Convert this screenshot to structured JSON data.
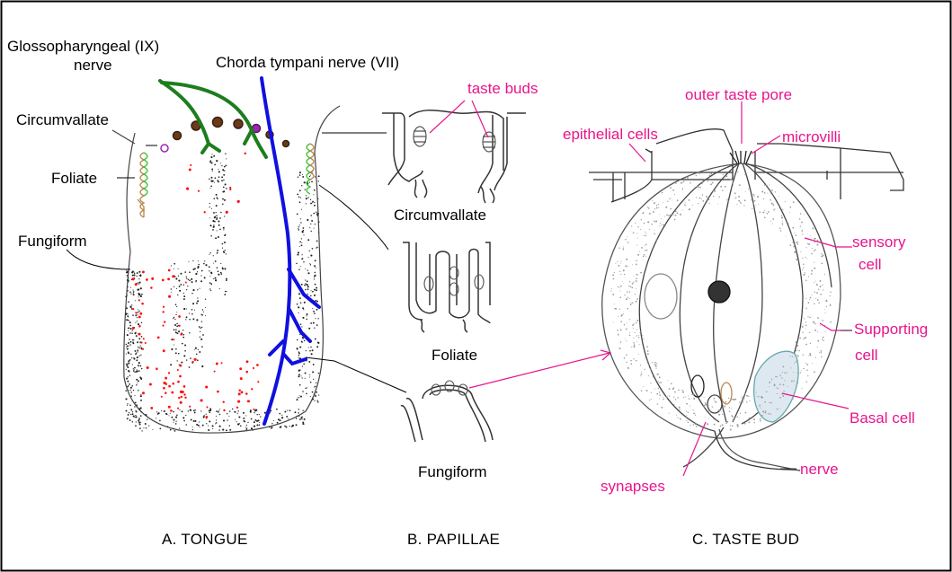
{
  "colors": {
    "frame": "#000000",
    "nerve_glosso": "#1e7d1e",
    "nerve_chorda": "#1010e0",
    "taste_pink": "#e8158c",
    "fungiform_dots": "#ff1010",
    "foliate_green": "#3bbf2b",
    "foliate_brown": "#b8864a",
    "stipple": "#222222",
    "cell_grey": "#9a9a9a"
  },
  "panel_a": {
    "title": "A.  TONGUE",
    "labels": {
      "glosso_line1": "Glossopharyngeal (IX)",
      "glosso_line2": "nerve",
      "chorda": "Chorda tympani nerve (VII)",
      "circumvallate": "Circumvallate",
      "foliate": "Foliate",
      "fungiform": "Fungiform"
    }
  },
  "panel_b": {
    "title": "B. PAPILLAE",
    "labels": {
      "taste_buds": "taste buds",
      "circumvallate": "Circumvallate",
      "foliate": "Foliate",
      "fungiform": "Fungiform"
    }
  },
  "panel_c": {
    "title": "C. TASTE BUD",
    "labels": {
      "outer_pore": "outer taste pore",
      "epithelial": "epithelial cells",
      "microvilli": "microvilli",
      "sensory_line1": "sensory",
      "sensory_line2": "cell",
      "supporting_line1": "Supporting",
      "supporting_line2": "cell",
      "basal": "Basal cell",
      "synapses": "synapses",
      "nerve": "nerve"
    }
  }
}
